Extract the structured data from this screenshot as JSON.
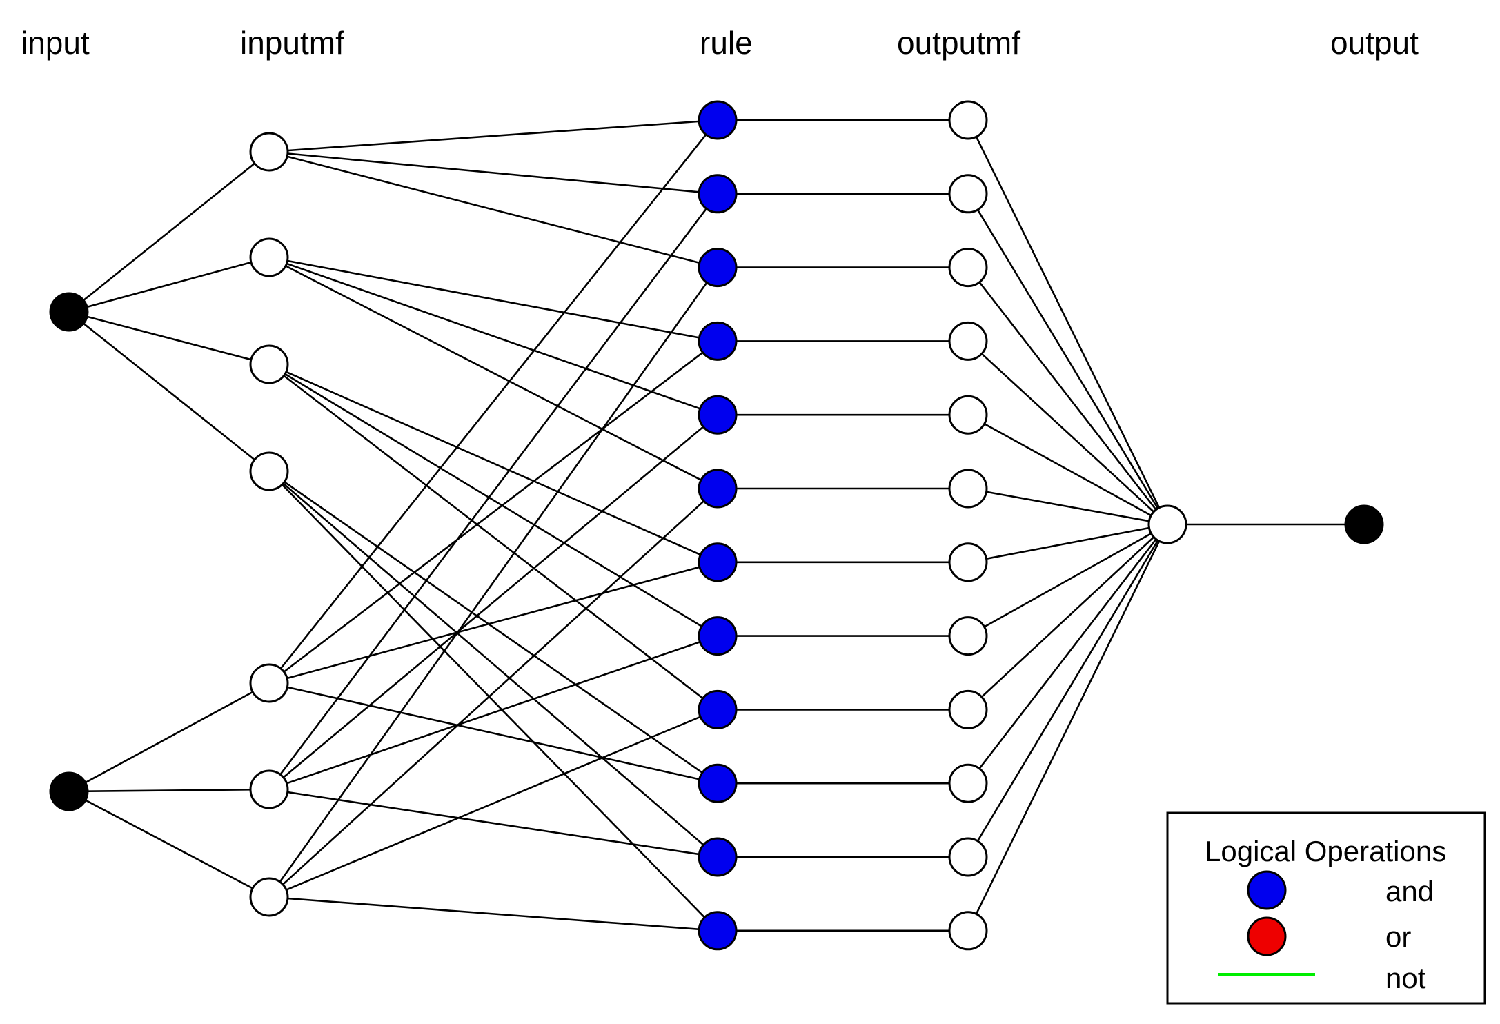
{
  "columns": {
    "input": "input",
    "inputmf": "inputmf",
    "rule": "rule",
    "outputmf": "outputmf",
    "output": "output"
  },
  "legend": {
    "title": "Logical Operations",
    "and_label": "and",
    "or_label": "or",
    "not_label": "not"
  },
  "colors": {
    "and": "#0000ee",
    "or": "#ee0000",
    "not": "#00ee00",
    "input_node": "#000000",
    "mf_node": "#ffffff",
    "line": "#000000"
  },
  "network": {
    "inputs": 2,
    "membership_functions_per_input": [
      4,
      3
    ],
    "rules": 12,
    "rule_operation": "and",
    "output_mfs": 12,
    "outputs": 1,
    "rule_antecedents": [
      [
        0,
        0
      ],
      [
        0,
        1
      ],
      [
        0,
        2
      ],
      [
        1,
        0
      ],
      [
        1,
        1
      ],
      [
        1,
        2
      ],
      [
        2,
        0
      ],
      [
        2,
        1
      ],
      [
        2,
        2
      ],
      [
        3,
        0
      ],
      [
        3,
        1
      ],
      [
        3,
        2
      ]
    ]
  }
}
